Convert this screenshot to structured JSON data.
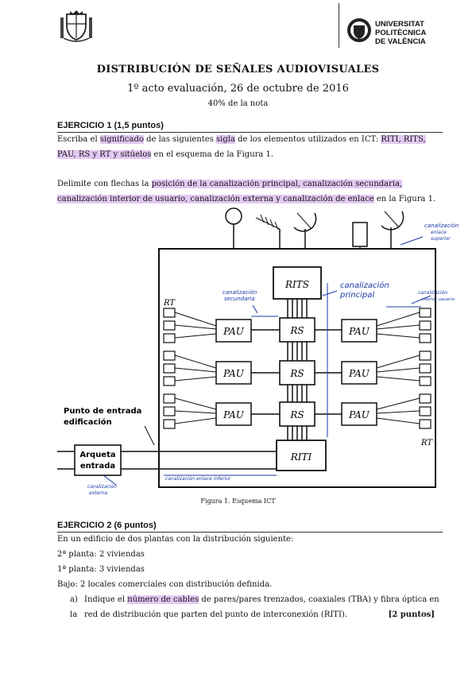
{
  "header": {
    "university_line1": "UNIVERSITAT",
    "university_line2": "POLITÈCNICA",
    "university_line3": "DE VALÈNCIA"
  },
  "title": "DISTRIBUCIÓN DE SEÑALES AUDIOVISUALES",
  "subtitle": "1º acto evaluación, 26 de octubre de 2016",
  "weight_note": "40% de la nota",
  "ex1": {
    "heading": "EJERCICIO 1 (1,5 puntos)",
    "p1_a": "Escriba el ",
    "p1_hl1": "significado",
    "p1_b": " de las siguientes ",
    "p1_hl2": "sigla",
    "p1_c": " de los elementos utilizados en ICT: ",
    "p1_hl3": "RITI, RITS, PAU, RS y RT y sitúelos",
    "p1_d": " en el esquema de la Figura 1.",
    "p2_a": "Delimite con flechas la ",
    "p2_hl": "posición de la canalización principal, canalización secundaria, canalización interior de usuario, canalización externa y canalización de enlace",
    "p2_b": " en la Figura 1."
  },
  "diagram": {
    "rits": "RITS",
    "riti": "RITI",
    "rs_labels": [
      "RS",
      "RS",
      "RS"
    ],
    "pau_labels": [
      "PAU",
      "PAU",
      "PAU",
      "PAU",
      "PAU",
      "PAU"
    ],
    "rt_top": "RT",
    "rt_bottom": "RT",
    "entry_point": "Punto de entrada edificación",
    "entry_line1": "Punto de entrada",
    "entry_line2": "edificación",
    "arqueta_line1": "Arqueta",
    "arqueta_line2": "entrada",
    "hand_principal_1": "canalización",
    "hand_principal_2": "principal",
    "hand_secundaria_1": "canalización",
    "hand_secundaria_2": "secundaria",
    "hand_superior_1": "canalización",
    "hand_superior_2": "enlace",
    "hand_superior_3": "superior",
    "hand_interior_1": "canalización",
    "hand_interior_2": "interior usuario",
    "hand_enlace_inf": "canalización enlace inferior",
    "hand_externa_1": "canalización",
    "hand_externa_2": "externa"
  },
  "figure_caption": "Figura 1. Esquema ICT",
  "ex2": {
    "heading": "EJERCICIO 2 (6 puntos)",
    "intro": "En un edificio de dos plantas con la distribución siguiente:",
    "floor2": "2ª planta: 2 viviendas",
    "floor1": "1ª planta: 3 viviendas",
    "ground": "Bajo: 2 locales comerciales con distribución definida.",
    "item_a_label": "a)",
    "item_a_1": "Indique el ",
    "item_a_hl": "número de cables",
    "item_a_2": " de pares/pares trenzados, coaxiales (TBA) y fibra óptica en la",
    "item_a_3": "red de distribución que parten del punto de interconexión (RITI).",
    "item_a_points": "[2 puntos]"
  }
}
